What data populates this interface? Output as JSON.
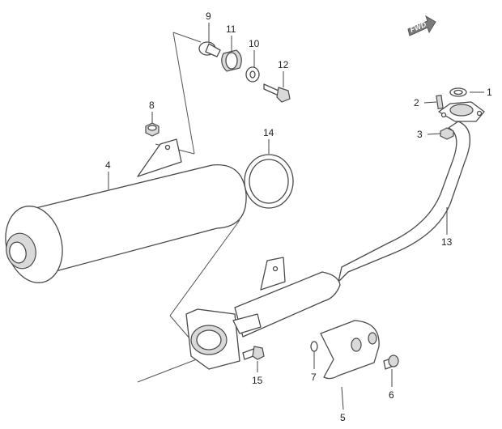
{
  "diagram": {
    "direction_badge": {
      "label": "FWD",
      "fill": "#7a7a7a"
    },
    "callouts": [
      {
        "id": "c1",
        "label": "1"
      },
      {
        "id": "c2",
        "label": "2"
      },
      {
        "id": "c3",
        "label": "3"
      },
      {
        "id": "c4",
        "label": "4"
      },
      {
        "id": "c5",
        "label": "5"
      },
      {
        "id": "c6",
        "label": "6"
      },
      {
        "id": "c7",
        "label": "7"
      },
      {
        "id": "c8",
        "label": "8"
      },
      {
        "id": "c9",
        "label": "9"
      },
      {
        "id": "c10",
        "label": "10"
      },
      {
        "id": "c11",
        "label": "11"
      },
      {
        "id": "c12",
        "label": "12"
      },
      {
        "id": "c13",
        "label": "13"
      },
      {
        "id": "c14",
        "label": "14"
      },
      {
        "id": "c15",
        "label": "15"
      }
    ]
  }
}
